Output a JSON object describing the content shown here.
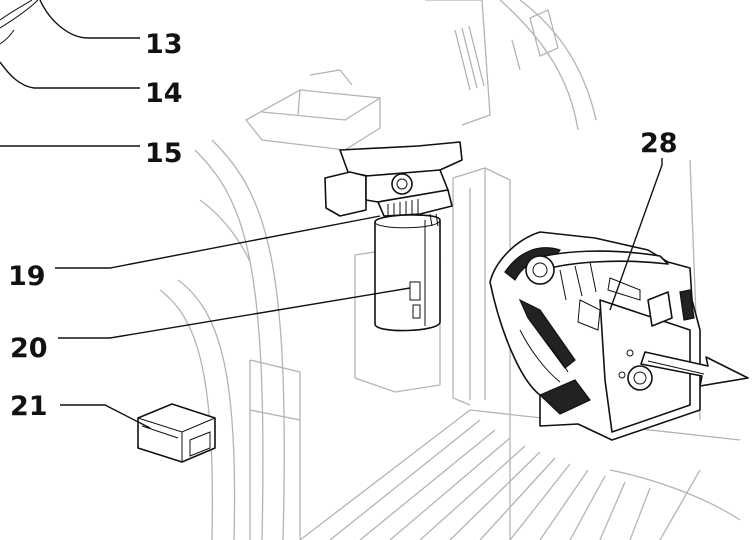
{
  "callouts": [
    {
      "id": "13",
      "text": "13"
    },
    {
      "id": "14",
      "text": "14"
    },
    {
      "id": "15",
      "text": "15"
    },
    {
      "id": "19",
      "text": "19"
    },
    {
      "id": "20",
      "text": "20"
    },
    {
      "id": "21",
      "text": "21"
    },
    {
      "id": "28",
      "text": "28"
    }
  ]
}
